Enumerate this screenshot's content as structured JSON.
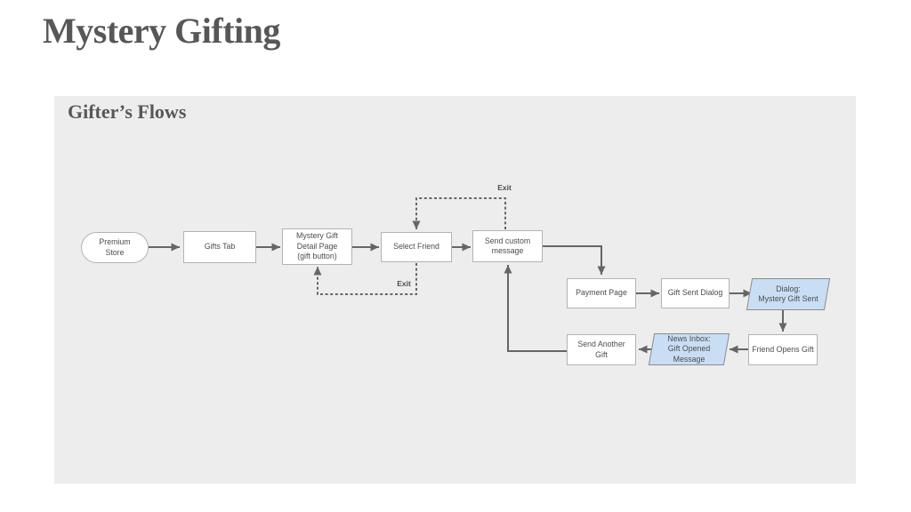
{
  "page": {
    "title": "Mystery Gifting"
  },
  "panel": {
    "heading": "Gifter’s Flows"
  },
  "colors": {
    "panel_background": "#ededed",
    "node_fill": "#ffffff",
    "node_border": "#b3b3b3",
    "io_node_fill": "#c9def5",
    "io_node_border": "#8c8c8c",
    "connector": "#666666",
    "text": "#4d4d4d"
  },
  "nodes": [
    {
      "id": "premium-store",
      "shape": "terminator",
      "label": "Premium\nStore"
    },
    {
      "id": "gifts-tab",
      "shape": "process",
      "label": "Gifts Tab"
    },
    {
      "id": "mystery-gift-detail-page",
      "shape": "process",
      "label": "Mystery Gift\nDetail Page\n(gift button)"
    },
    {
      "id": "select-friend",
      "shape": "process",
      "label": "Select Friend"
    },
    {
      "id": "send-custom-message",
      "shape": "process",
      "label": "Send custom\nmessage"
    },
    {
      "id": "payment-page",
      "shape": "process",
      "label": "Payment Page"
    },
    {
      "id": "gift-sent-dialog",
      "shape": "process",
      "label": "Gift Sent Dialog"
    },
    {
      "id": "dialog-mystery-gift-sent",
      "shape": "data",
      "label": "Dialog:\nMystery Gift Sent"
    },
    {
      "id": "friend-opens-gift",
      "shape": "process",
      "label": "Friend Opens Gift"
    },
    {
      "id": "news-inbox-gift-opened-message",
      "shape": "data",
      "label": "News Inbox:\nGift Opened\nMessage"
    },
    {
      "id": "send-another-gift",
      "shape": "process",
      "label": "Send Another\nGift"
    }
  ],
  "edge_labels": {
    "exit_top": "Exit",
    "exit_bottom": "Exit"
  }
}
